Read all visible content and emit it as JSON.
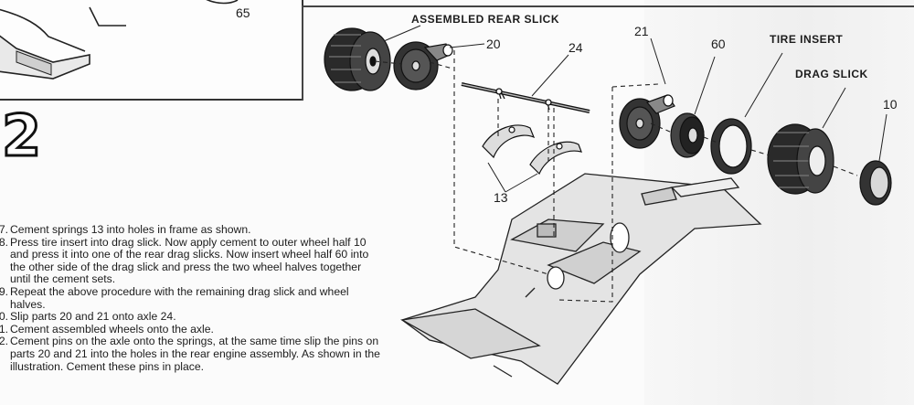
{
  "inset_callout": "65",
  "step_number": "2",
  "labels": {
    "assembled_rear_slick": "ASSEMBLED REAR SLICK",
    "tire_insert": "TIRE INSERT",
    "drag_slick": "DRAG SLICK"
  },
  "part_numbers": {
    "p20": "20",
    "p24": "24",
    "p21": "21",
    "p60": "60",
    "p10": "10",
    "p13": "13"
  },
  "instructions": [
    {
      "n": "7.",
      "text": "Cement springs 13 into holes in frame as shown."
    },
    {
      "n": "8.",
      "text": "Press tire insert into drag slick. Now apply cement to outer wheel half 10 and press it into one of the rear drag slicks. Now insert wheel half 60 into the other side of the drag slick and press the two wheel halves together until the cement sets."
    },
    {
      "n": "9.",
      "text": "Repeat the above procedure with the remaining drag slick and wheel halves."
    },
    {
      "n": "0.",
      "text": "Slip parts 20 and 21 onto axle 24."
    },
    {
      "n": "1.",
      "text": "Cement assembled wheels onto the axle."
    },
    {
      "n": "2.",
      "text": "Cement pins on the axle onto the springs, at the same time slip the pins on parts 20 and 21 into the holes in the rear engine assembly. As shown in the illustration. Cement these pins in place."
    }
  ]
}
